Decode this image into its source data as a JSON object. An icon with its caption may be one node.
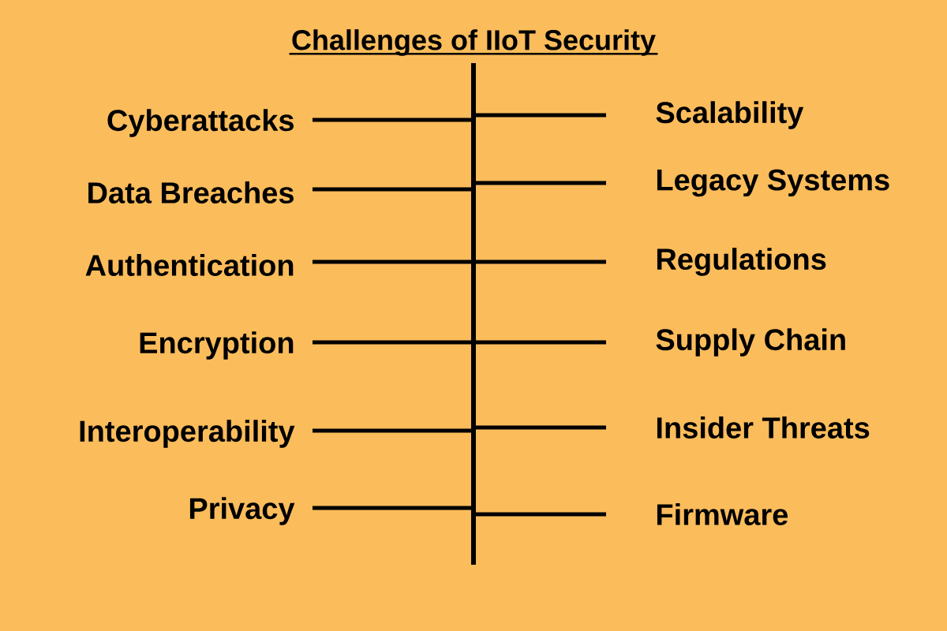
{
  "diagram": {
    "title": "Challenges of IIoT Security",
    "nodes": [
      {
        "text": [],
        "shape": "bar"
      },
      {
        "text": [
          "Cyberattacks"
        ]
      },
      {
        "text": [
          "Data Breaches"
        ]
      },
      {
        "text": [
          "Authentication"
        ]
      },
      {
        "text": [
          "Encryption"
        ]
      },
      {
        "text": [
          "Interoperability"
        ]
      },
      {
        "text": [
          "Privacy"
        ]
      },
      {
        "text": [
          "Scalability"
        ]
      },
      {
        "text": [
          "Legacy Systems"
        ]
      },
      {
        "text": [
          "Regulations"
        ]
      },
      {
        "text": [
          "Supply Chain"
        ]
      },
      {
        "text": [
          "Insider Threats"
        ]
      },
      {
        "text": [
          "Firmware"
        ]
      }
    ],
    "edges": [
      {
        "from": 1,
        "to": 0,
        "arrow": "none"
      },
      {
        "from": 2,
        "to": 0,
        "arrow": "none"
      },
      {
        "from": 3,
        "to": 0,
        "arrow": "none"
      },
      {
        "from": 4,
        "to": 0,
        "arrow": "none"
      },
      {
        "from": 5,
        "to": 0,
        "arrow": "none"
      },
      {
        "from": 6,
        "to": 0,
        "arrow": "none"
      },
      {
        "from": 0,
        "to": 7,
        "arrow": "none"
      },
      {
        "from": 0,
        "to": 8,
        "arrow": "none"
      },
      {
        "from": 0,
        "to": 9,
        "arrow": "none"
      },
      {
        "from": 0,
        "to": 10,
        "arrow": "none"
      },
      {
        "from": 0,
        "to": 11,
        "arrow": "none"
      },
      {
        "from": 0,
        "to": 12,
        "arrow": "none"
      }
    ]
  }
}
